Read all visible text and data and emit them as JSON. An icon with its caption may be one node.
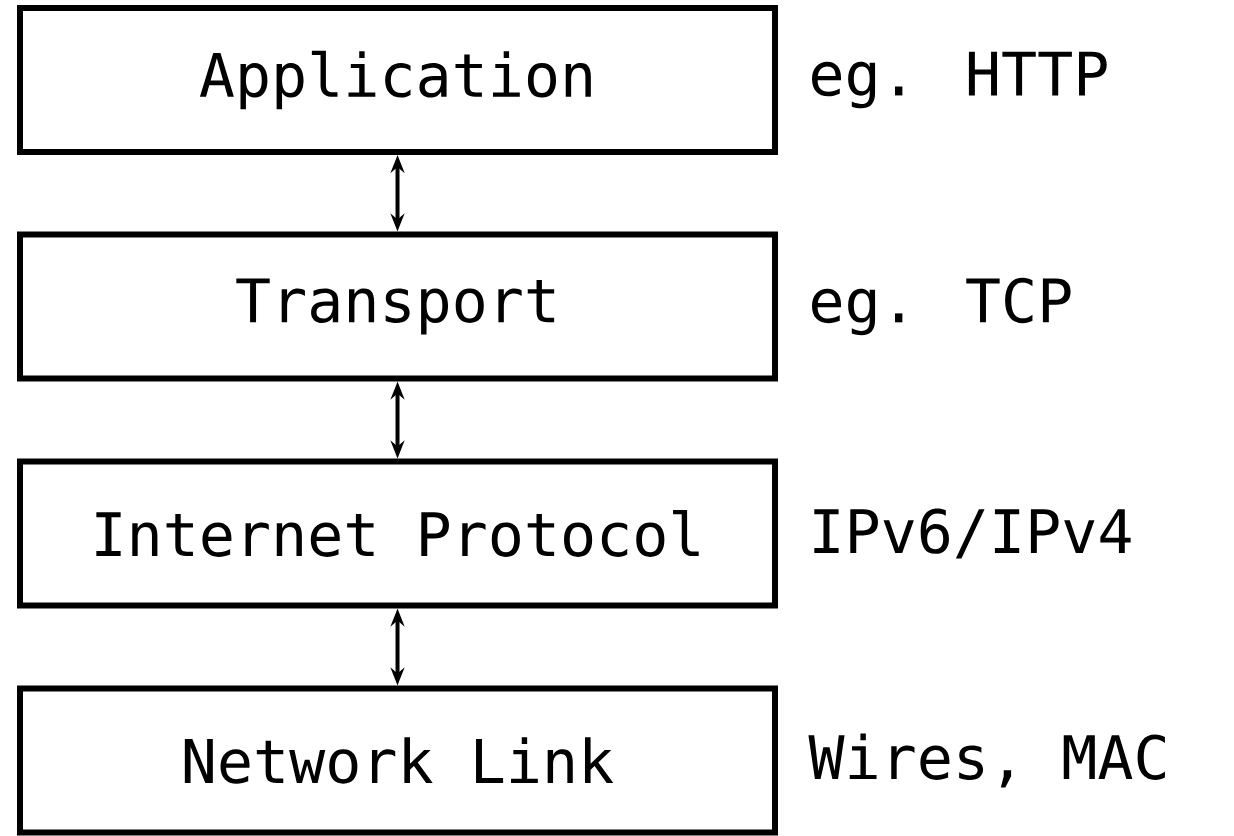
{
  "diagram": {
    "nodes": [
      {
        "text": [
          "Application"
        ],
        "beside": [
          "eg. HTTP"
        ]
      },
      {
        "text": [
          "Transport"
        ],
        "beside": [
          "eg. TCP"
        ]
      },
      {
        "text": [
          "Internet Protocol"
        ],
        "beside": [
          "IPv6/IPv4"
        ]
      },
      {
        "text": [
          "Network Link"
        ],
        "beside": [
          "Wires, MAC"
        ]
      }
    ],
    "edges": [
      {
        "from": 0,
        "to": 1,
        "arrow": "both"
      },
      {
        "from": 1,
        "to": 2,
        "arrow": "both"
      },
      {
        "from": 2,
        "to": 3,
        "arrow": "both"
      }
    ]
  }
}
